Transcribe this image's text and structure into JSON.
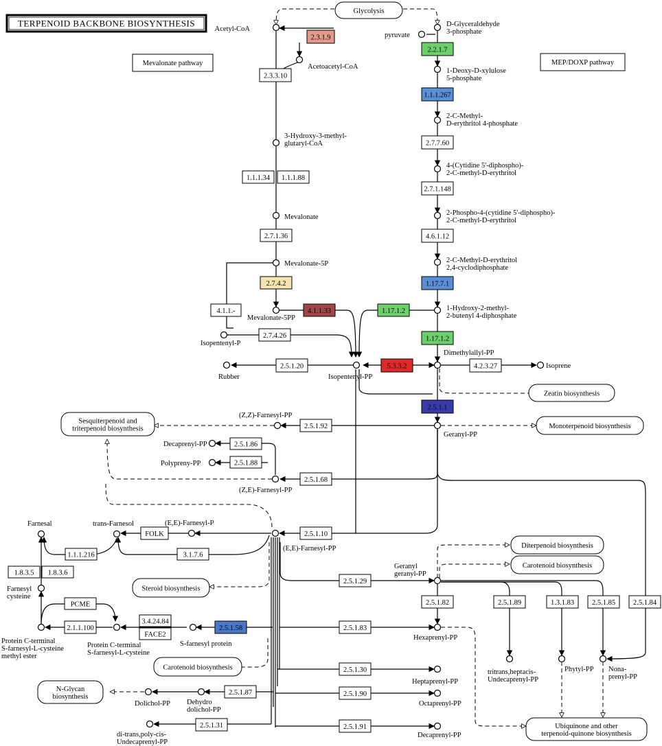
{
  "title": "TERPENOID BACKBONE BIOSYNTHESIS",
  "colors": {
    "none": "#ffffff",
    "salmon": "#e49a8a",
    "green": "#6ccf6c",
    "blue": "#5a8fd6",
    "yellow": "#f4e4b0",
    "darkred": "#a04848",
    "red": "#e02a2a",
    "navy": "#3a3aa8",
    "steel": "#4a78c8"
  },
  "labels": {
    "mevalonate_pathway": "Mevalonate pathway",
    "mep_pathway": "MEP/DOXP pathway"
  },
  "pathways": [
    {
      "id": "glycolysis",
      "text": [
        "Glycolysis"
      ]
    },
    {
      "id": "zeatin",
      "text": [
        "Zeatin biosynthesis"
      ]
    },
    {
      "id": "monoterpenoid",
      "text": [
        "Monoterpenoid biosynthesis"
      ]
    },
    {
      "id": "sesquiterpenoid",
      "text": [
        "Sesquiterpenoid and",
        "triterpenoid biosynthesis"
      ]
    },
    {
      "id": "diterpenoid",
      "text": [
        "Diterpenoid biosynthesis"
      ]
    },
    {
      "id": "carotenoid1",
      "text": [
        "Carotenoid biosynthesis"
      ]
    },
    {
      "id": "steroid",
      "text": [
        "Steroid biosynthesis"
      ]
    },
    {
      "id": "carotenoid2",
      "text": [
        "Carotenoid biosynthesis"
      ]
    },
    {
      "id": "nglycan",
      "text": [
        "N-Glycan",
        "biosynthesis"
      ]
    },
    {
      "id": "ubiquinone",
      "text": [
        "Ubiquinone and other",
        "terpenoid-quinone biosynthesis"
      ]
    }
  ],
  "enzymes": [
    {
      "id": "e2319",
      "label": "2.3.1.9",
      "color": "salmon"
    },
    {
      "id": "e23310",
      "label": "2.3.3.10",
      "color": "none"
    },
    {
      "id": "e11134",
      "label": "1.1.1.34",
      "color": "none"
    },
    {
      "id": "e11188",
      "label": "1.1.1.88",
      "color": "none"
    },
    {
      "id": "e27136",
      "label": "2.7.1.36",
      "color": "none"
    },
    {
      "id": "e2742",
      "label": "2.7.4.2",
      "color": "yellow"
    },
    {
      "id": "e411",
      "label": "4.1.1.-",
      "color": "none"
    },
    {
      "id": "e41133",
      "label": "4.1.1.33",
      "color": "darkred"
    },
    {
      "id": "e27426",
      "label": "2.7.4.26",
      "color": "none"
    },
    {
      "id": "e2217",
      "label": "2.2.1.7",
      "color": "green"
    },
    {
      "id": "e111267",
      "label": "1.1.1.267",
      "color": "blue"
    },
    {
      "id": "e27760",
      "label": "2.7.7.60",
      "color": "none"
    },
    {
      "id": "e271148",
      "label": "2.7.1.148",
      "color": "none"
    },
    {
      "id": "e46112",
      "label": "4.6.1.12",
      "color": "none"
    },
    {
      "id": "e11771",
      "label": "1.17.7.1",
      "color": "blue"
    },
    {
      "id": "e11712a",
      "label": "1.17.1.2",
      "color": "green"
    },
    {
      "id": "e11712b",
      "label": "1.17.1.2",
      "color": "green"
    },
    {
      "id": "e5332",
      "label": "5.3.3.2",
      "color": "red"
    },
    {
      "id": "e42327",
      "label": "4.2.3.27",
      "color": "none"
    },
    {
      "id": "e25120",
      "label": "2.5.1.20",
      "color": "none"
    },
    {
      "id": "e2511",
      "label": "2.5.1.1",
      "color": "navy"
    },
    {
      "id": "e25192",
      "label": "2.5.1.92",
      "color": "none"
    },
    {
      "id": "e25186",
      "label": "2.5.1.86",
      "color": "none"
    },
    {
      "id": "e25188",
      "label": "2.5.1.88",
      "color": "none"
    },
    {
      "id": "e25168",
      "label": "2.5.1.68",
      "color": "none"
    },
    {
      "id": "e25110",
      "label": "2.5.1.10",
      "color": "none"
    },
    {
      "id": "efolk",
      "label": "FOLK",
      "color": "none"
    },
    {
      "id": "e111216",
      "label": "1.1.1.216",
      "color": "none"
    },
    {
      "id": "e3176",
      "label": "3.1.7.6",
      "color": "none"
    },
    {
      "id": "e1835",
      "label": "1.8.3.5",
      "color": "none"
    },
    {
      "id": "e1836",
      "label": "1.8.3.6",
      "color": "none"
    },
    {
      "id": "epcme",
      "label": "PCME",
      "color": "none"
    },
    {
      "id": "e211100",
      "label": "2.1.1.100",
      "color": "none"
    },
    {
      "id": "e342484",
      "label": "3.4.24.84",
      "color": "none"
    },
    {
      "id": "eface2",
      "label": "FACE2",
      "color": "none"
    },
    {
      "id": "e25158",
      "label": "2.5.1.58",
      "color": "steel"
    },
    {
      "id": "e25129",
      "label": "2.5.1.29",
      "color": "none"
    },
    {
      "id": "e25182",
      "label": "2.5.1.82",
      "color": "none"
    },
    {
      "id": "e25189",
      "label": "2.5.1.89",
      "color": "none"
    },
    {
      "id": "e13183",
      "label": "1.3.1.83",
      "color": "none"
    },
    {
      "id": "e25185",
      "label": "2.5.1.85",
      "color": "none"
    },
    {
      "id": "e25184",
      "label": "2.5.1.84",
      "color": "none"
    },
    {
      "id": "e25183",
      "label": "2.5.1.83",
      "color": "none"
    },
    {
      "id": "e25130",
      "label": "2.5.1.30",
      "color": "none"
    },
    {
      "id": "e25187",
      "label": "2.5.1.87",
      "color": "none"
    },
    {
      "id": "e25190",
      "label": "2.5.1.90",
      "color": "none"
    },
    {
      "id": "e25131",
      "label": "2.5.1.31",
      "color": "none"
    },
    {
      "id": "e25191",
      "label": "2.5.1.91",
      "color": "none"
    }
  ],
  "compounds": [
    {
      "id": "acetylcoa",
      "text": [
        "Acetyl-CoA"
      ]
    },
    {
      "id": "acetoacetylcoa",
      "text": [
        "Acetoacetyl-CoA"
      ]
    },
    {
      "id": "hmgcoa",
      "text": [
        "3-Hydroxy-3-methyl-",
        "glutaryl-CoA"
      ]
    },
    {
      "id": "mevalonate",
      "text": [
        "Mevalonate"
      ]
    },
    {
      "id": "mevalonate5p",
      "text": [
        "Mevalonate-5P"
      ]
    },
    {
      "id": "mevalonate5pp",
      "text": [
        "Mevalonate-5PP"
      ]
    },
    {
      "id": "isopentenylp",
      "text": [
        "Isopentenyl-P"
      ]
    },
    {
      "id": "gap",
      "text": [
        "D-Glyceraldehyde",
        "3-phosphate"
      ]
    },
    {
      "id": "pyruvate",
      "text": [
        "pyruvate"
      ]
    },
    {
      "id": "dxp",
      "text": [
        "1-Deoxy-D-xylulose",
        "5-phosphate"
      ]
    },
    {
      "id": "mep",
      "text": [
        "2-C-Methyl-",
        "D-erythritol 4-phosphate"
      ]
    },
    {
      "id": "cdpme",
      "text": [
        "4-(Cytidine 5'-diphospho)-",
        "2-C-methyl-D-erythritol"
      ]
    },
    {
      "id": "cdpmep",
      "text": [
        "2-Phospho-4-(cytidine 5'-diphospho)-",
        "2-C-methyl-D-erythritol"
      ]
    },
    {
      "id": "mecpp",
      "text": [
        "2-C-Methyl-D-erythritol",
        "2,4-cyclodiphosphate"
      ]
    },
    {
      "id": "hmbpp",
      "text": [
        "1-Hydroxy-2-methyl-",
        "2-butenyl 4-diphosphate"
      ]
    },
    {
      "id": "dmapp",
      "text": [
        "Dimethylallyl-PP"
      ]
    },
    {
      "id": "isoprene",
      "text": [
        "Isoprene"
      ]
    },
    {
      "id": "ipp",
      "text": [
        "Isopentenyl-PP"
      ]
    },
    {
      "id": "rubber",
      "text": [
        "Rubber"
      ]
    },
    {
      "id": "gpp",
      "text": [
        "Geranyl-PP"
      ]
    },
    {
      "id": "zzfpp",
      "text": [
        "(Z,Z)-Farnesyl-PP"
      ]
    },
    {
      "id": "decaprenylpp1",
      "text": [
        "Decaprenyl-PP"
      ]
    },
    {
      "id": "polyprenypp",
      "text": [
        "Polypreny-PP"
      ]
    },
    {
      "id": "zefpp",
      "text": [
        "(Z,E)-Farnesyl-PP"
      ]
    },
    {
      "id": "farnesal",
      "text": [
        "Farnesal"
      ]
    },
    {
      "id": "transfarnesol",
      "text": [
        "trans-Farnesol"
      ]
    },
    {
      "id": "eefp",
      "text": [
        "(E,E)-Farnesyl-P"
      ]
    },
    {
      "id": "eefpp",
      "text": [
        "(E,E)-Farnesyl-PP"
      ]
    },
    {
      "id": "farnesylcysteine",
      "text": [
        "Farnesyl",
        "cysteine"
      ]
    },
    {
      "id": "pcme",
      "text": [
        "Protein C-terminal",
        "S-farnesyl-L-cysteine",
        "methyl ester"
      ]
    },
    {
      "id": "pcterm",
      "text": [
        "Protein C-terminal",
        "S-farnesyl-L-cysteine"
      ]
    },
    {
      "id": "sfprot",
      "text": [
        "S-farnesyl protein"
      ]
    },
    {
      "id": "ggpp",
      "text": [
        "Geranyl",
        "geranyl-PP"
      ]
    },
    {
      "id": "hexaprenylpp",
      "text": [
        "Hexaprenyl-PP"
      ]
    },
    {
      "id": "tritrans",
      "text": [
        "tritrans,heptacis-",
        "Undecaprenyl-PP"
      ]
    },
    {
      "id": "phytylpp",
      "text": [
        "Phytyl-PP"
      ]
    },
    {
      "id": "nonaprenylpp",
      "text": [
        "Nona-",
        "prenyl-PP"
      ]
    },
    {
      "id": "heptaprenylpp",
      "text": [
        "Heptaprenyl-PP"
      ]
    },
    {
      "id": "dolicholpp",
      "text": [
        "Dolichol-PP"
      ]
    },
    {
      "id": "dehydrodolichol",
      "text": [
        "Dehydro",
        "dolichol-PP"
      ]
    },
    {
      "id": "octaprenylpp",
      "text": [
        "Octaprenyl-PP"
      ]
    },
    {
      "id": "ditrans",
      "text": [
        "di-trans,poly-cis-",
        "Undecaprenyl-PP"
      ]
    },
    {
      "id": "decaprenylpp2",
      "text": [
        "Decaprenyl-PP"
      ]
    }
  ]
}
